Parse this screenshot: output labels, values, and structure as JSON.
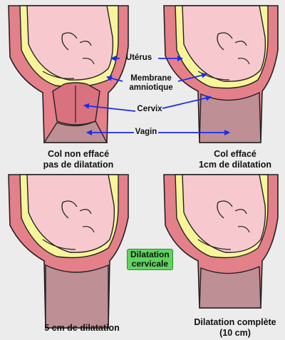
{
  "labels": {
    "uterus": "Utérus",
    "membrane_line1": "Membrane",
    "membrane_line2": "amniotique",
    "cervix": "Cervix",
    "vagina": "Vagin"
  },
  "captions": {
    "panel1_line1": "Col non effacé",
    "panel1_line2": "pas de dilatation",
    "panel2_line1": "Col effacé",
    "panel2_line2": "1cm de dilatation",
    "panel3_line1": "5 cm de dilatation",
    "panel4_line1": "Dilatation complète",
    "panel4_line2": "(10 cm)"
  },
  "badge": {
    "line1": "Dilatation",
    "line2": "cervicale"
  },
  "colors": {
    "background": "#ececec",
    "uterine_wall": "#e4808a",
    "amniotic_fluid": "#f7f59a",
    "fetus_skin": "#f7c9cf",
    "cervix": "#d9727e",
    "vagina": "#bf8f96",
    "arrow": "#1a2cf0",
    "badge": "#5fd35f"
  }
}
